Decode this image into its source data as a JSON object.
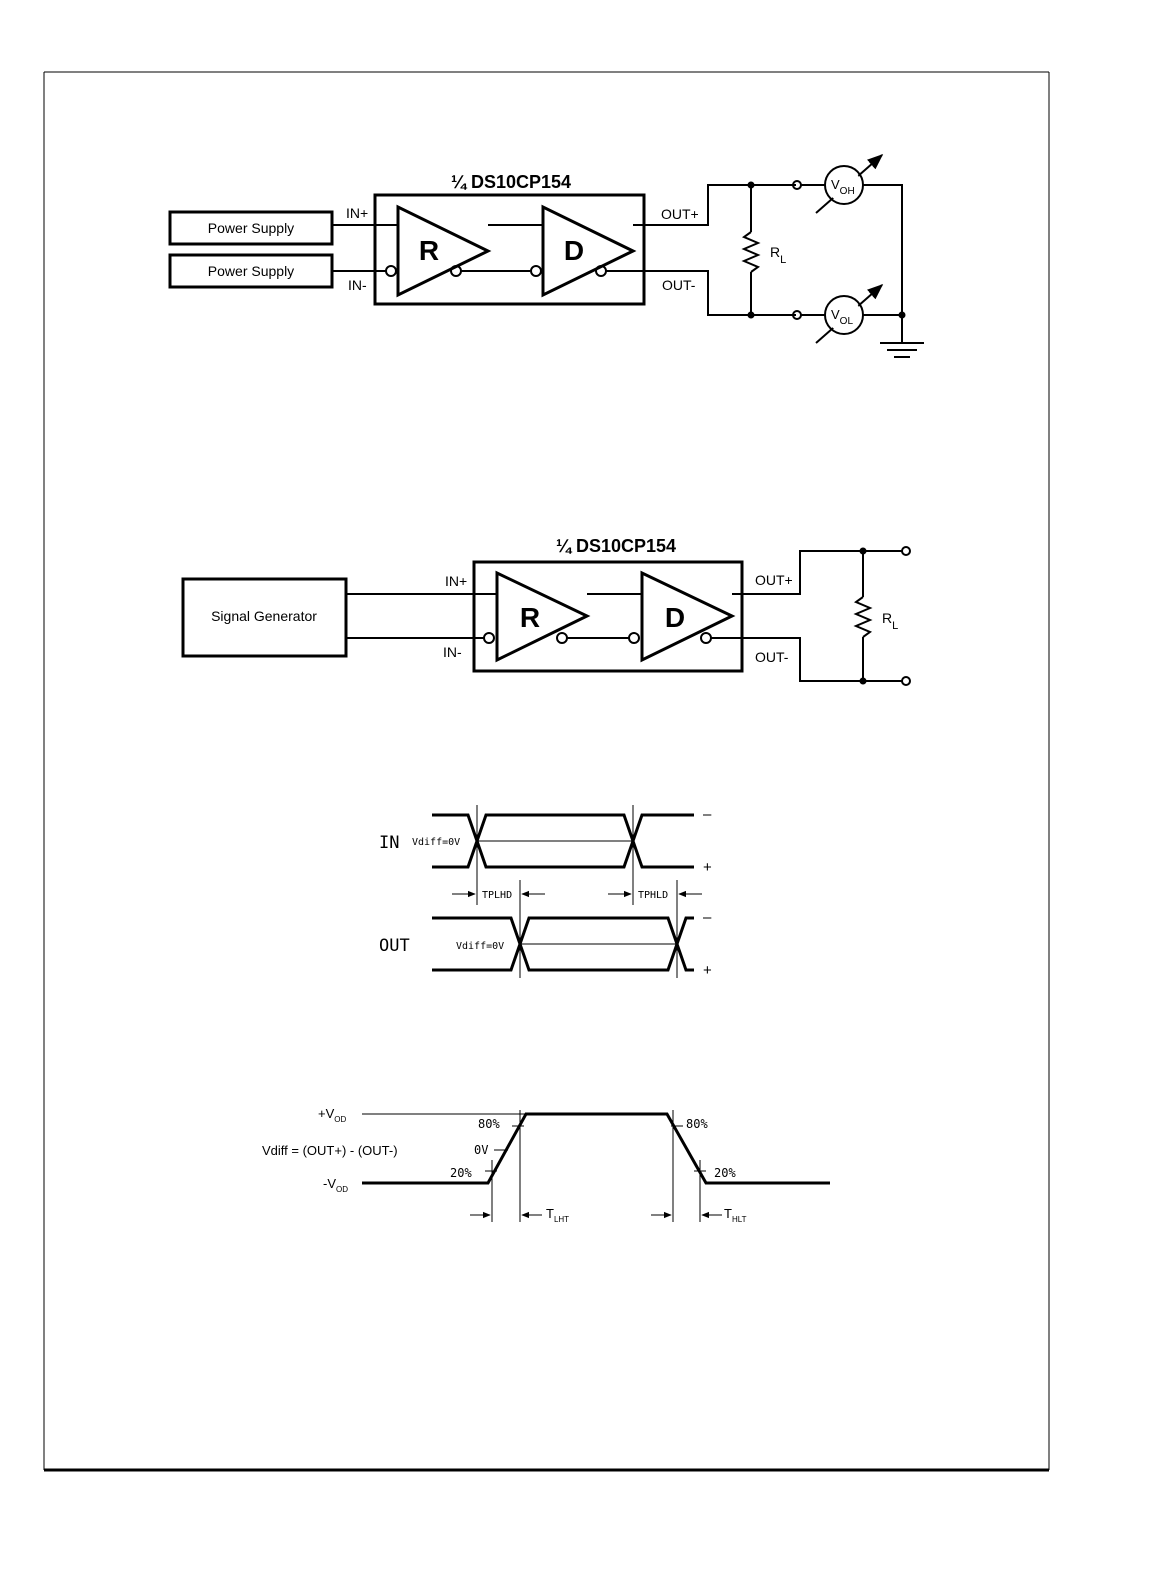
{
  "fig1": {
    "title": "¼ DS10CP154",
    "supply_top": "Power Supply",
    "supply_bottom": "Power Supply",
    "in_plus": "IN+",
    "in_minus": "IN-",
    "out_plus": "OUT+",
    "out_minus": "OUT-",
    "receiver": "R",
    "driver": "D",
    "resistor": "R",
    "resistor_sub": "L",
    "meter_top": "V",
    "meter_top_sub": "OH",
    "meter_bottom": "V",
    "meter_bottom_sub": "OL"
  },
  "fig2": {
    "title": "¼ DS10CP154",
    "generator": "Signal Generator",
    "in_plus": "IN+",
    "in_minus": "IN-",
    "out_plus": "OUT+",
    "out_minus": "OUT-",
    "receiver": "R",
    "driver": "D",
    "resistor": "R",
    "resistor_sub": "L"
  },
  "fig3": {
    "in_label": "IN",
    "out_label": "OUT",
    "vdiff_in": "Vdiff=0V",
    "vdiff_out": "Vdiff=0V",
    "tplhd": "TPLHD",
    "tphld": "TPHLD",
    "minus_in": "–",
    "plus_in": "+",
    "minus_out": "–",
    "plus_out": "+"
  },
  "fig4": {
    "plus_vod": "+V",
    "plus_vod_sub": "OD",
    "minus_vod": "-V",
    "minus_vod_sub": "OD",
    "vdiff_eq": "Vdiff = (OUT+) - (OUT-)",
    "p80_left": "80%",
    "p0_left": "0V",
    "p20_left": "20%",
    "p80_right": "80%",
    "p20_right": "20%",
    "tlht": "T",
    "tlht_sub": "LHT",
    "thlt": "T",
    "thlt_sub": "HLT"
  }
}
